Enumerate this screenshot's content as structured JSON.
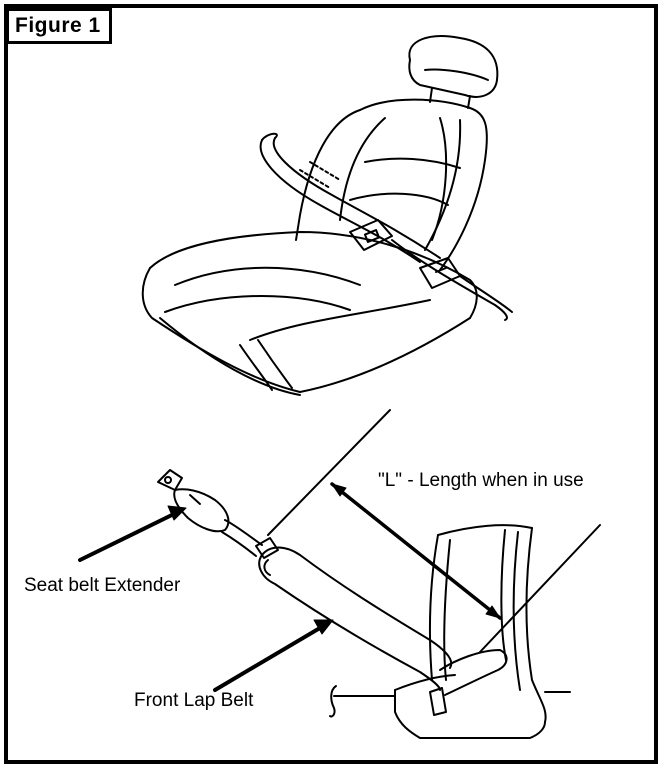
{
  "figure": {
    "label": "Figure 1"
  },
  "labels": {
    "length": "\"L\" - Length when in use",
    "extender": "Seat belt Extender",
    "lap_belt": "Front Lap Belt"
  },
  "colors": {
    "ink": "#000000",
    "paper": "#ffffff"
  }
}
